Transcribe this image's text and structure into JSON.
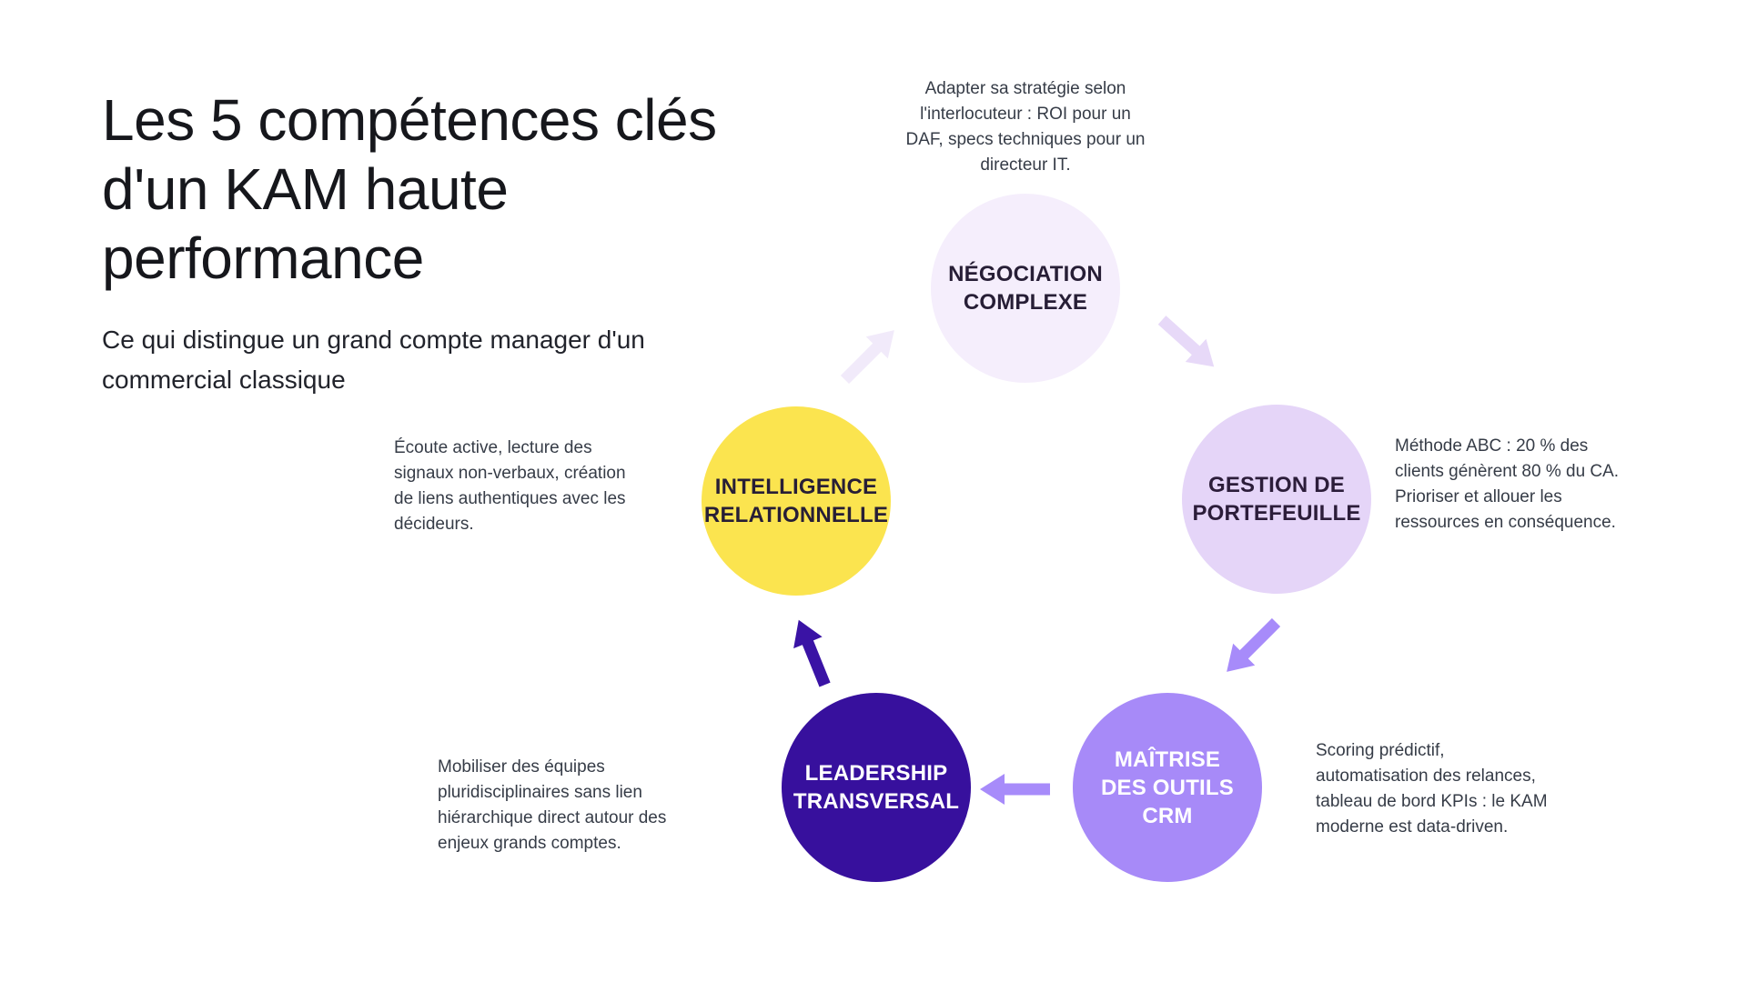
{
  "header": {
    "title_lines": [
      "Les 5 compétences clés",
      "d'un KAM haute",
      "performance"
    ],
    "subtitle_lines": [
      "Ce qui distingue un grand compte manager d'un",
      "commercial classique"
    ]
  },
  "nodes": {
    "negociation": {
      "label_lines": [
        "NÉGOCIATION",
        "COMPLEXE"
      ],
      "description_lines": [
        "Adapter sa stratégie selon",
        "l'interlocuteur : ROI pour un",
        "DAF, specs techniques pour un",
        "directeur IT."
      ],
      "circle_color": "#f5eefc",
      "label_color": "#271e36",
      "description_color": "#363c47"
    },
    "gestion": {
      "label_lines": [
        "GESTION DE",
        "PORTEFEUILLE"
      ],
      "description_lines": [
        "Méthode ABC : 20 % des",
        "clients génèrent 80 % du CA.",
        "Prioriser et allouer les",
        "ressources en conséquence."
      ],
      "circle_color": "#e5d5f8",
      "label_color": "#2c1d3a",
      "description_color": "#363c47"
    },
    "crm": {
      "label_lines": [
        "MAÎTRISE",
        "DES OUTILS",
        "CRM"
      ],
      "description_lines": [
        "Scoring prédictif,",
        "automatisation des relances,",
        "tableau de bord KPIs : le KAM",
        "moderne est data-driven."
      ],
      "circle_color": "#a78af8",
      "label_color": "#ffffff",
      "description_color": "#363c47"
    },
    "leadership": {
      "label_lines": [
        "LEADERSHIP",
        "TRANSVERSAL"
      ],
      "description_lines": [
        "Mobiliser des équipes",
        "pluridisciplinaires sans lien",
        "hiérarchique direct autour des",
        "enjeux grands comptes."
      ],
      "circle_color": "#37109d",
      "label_color": "#ffffff",
      "description_color": "#363c47"
    },
    "intelligence": {
      "label_lines": [
        "INTELLIGENCE",
        "RELATIONNELLE"
      ],
      "description_lines": [
        "Écoute active, lecture des",
        "signaux non-verbaux, création",
        "de liens authentiques avec les",
        "décideurs."
      ],
      "circle_color": "#fbe44f",
      "label_color": "#271e36",
      "description_color": "#363c47"
    }
  },
  "arrows": {
    "intelligence_to_negociation": {
      "color": "#f1eafa"
    },
    "negociation_to_gestion": {
      "color": "#e7d9f8"
    },
    "gestion_to_crm": {
      "color": "#a78bfa"
    },
    "crm_to_leadership": {
      "color": "#a78bfa"
    },
    "leadership_to_intelligence": {
      "color": "#3a13a5"
    }
  }
}
